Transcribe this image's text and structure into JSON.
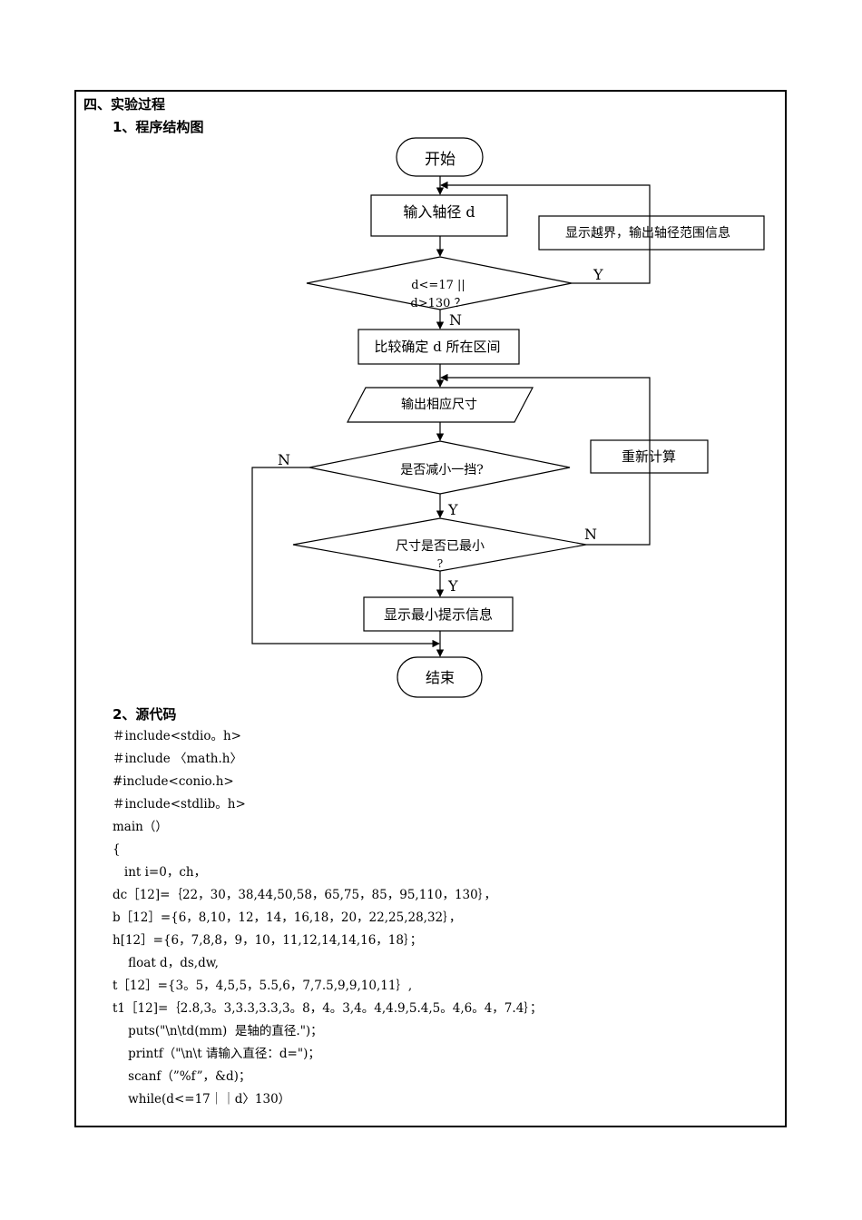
{
  "section": {
    "title": "四、实验过程",
    "sub1": "1、程序结构图",
    "sub2": "2、源代码"
  },
  "flowchart": {
    "start": "开始",
    "input": "输入轴径 d",
    "out_of_range": "显示越界，输出轴径范围信息",
    "check_line1": "d<=17 ||",
    "check_line2": "d>130 ？",
    "label_y1": "Y",
    "label_n1": "N",
    "compare": "比较确定 d 所在区间",
    "output_size": "输出相应尺寸",
    "recalc": "重新计算",
    "reduce_q": "是否减小一挡?",
    "label_n2": "N",
    "label_y2": "Y",
    "min_q_line1": "尺寸是否已最小",
    "min_q_line2": "?",
    "label_n3": "N",
    "label_y3": "Y",
    "show_min": "显示最小提示信息",
    "end": "结束"
  },
  "code": [
    "＃include<stdio。h>",
    "＃include 〈math.h〉",
    "#include<conio.h>",
    "＃include<stdlib。h>",
    "main（）",
    "{",
    "   int i=0，ch，",
    "dc［12]=｛22，30，38,44,50,58，65,75，85，95,110，130｝，",
    "b［12］={6，8,10，12，14，16,18，20，22,25,28,32｝，",
    "h[12］={6，7,8,8，9，10，11,12,14,14,16，18｝；",
    "    float d，ds,dw,",
    "t［12］={3。5，4,5,5，5.5,6，7,7.5,9,9,10,11｝,",
    "t1［12]=｛2.8,3。3,3.3,3.3,3。8，4。3,4。4,4.9,5.4,5。4,6。4，7.4｝；",
    "    puts(\"\\n\\td(mm)  是轴的直径.\")；",
    "    printf（\"\\n\\t 请输入直径：d=\")；",
    "    scanf（”%f”，&d)；",
    "    while(d<=17｜｜d〉130）"
  ]
}
